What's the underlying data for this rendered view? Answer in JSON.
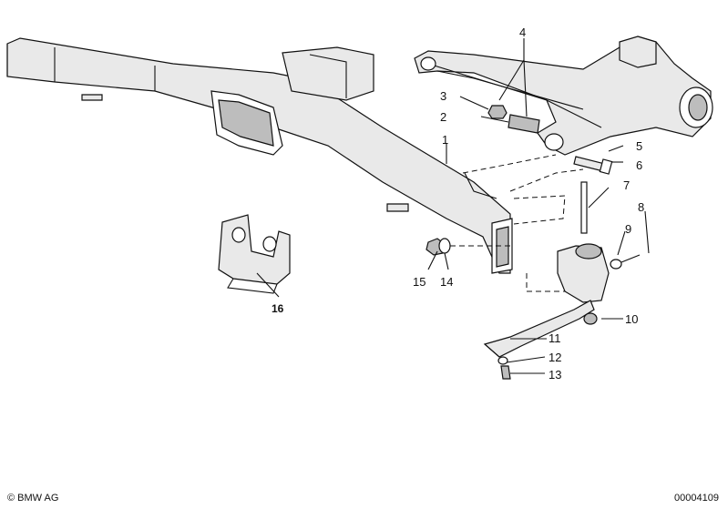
{
  "callouts": {
    "c1": "1",
    "c2": "2",
    "c3": "3",
    "c4": "4",
    "c5": "5",
    "c6": "6",
    "c7": "7",
    "c8": "8",
    "c9": "9",
    "c10": "10",
    "c11": "11",
    "c12": "12",
    "c13": "13",
    "c14": "14",
    "c15": "15",
    "c16": "16"
  },
  "footer": {
    "copyright": "© BMW AG",
    "doc_number": "00004109"
  }
}
